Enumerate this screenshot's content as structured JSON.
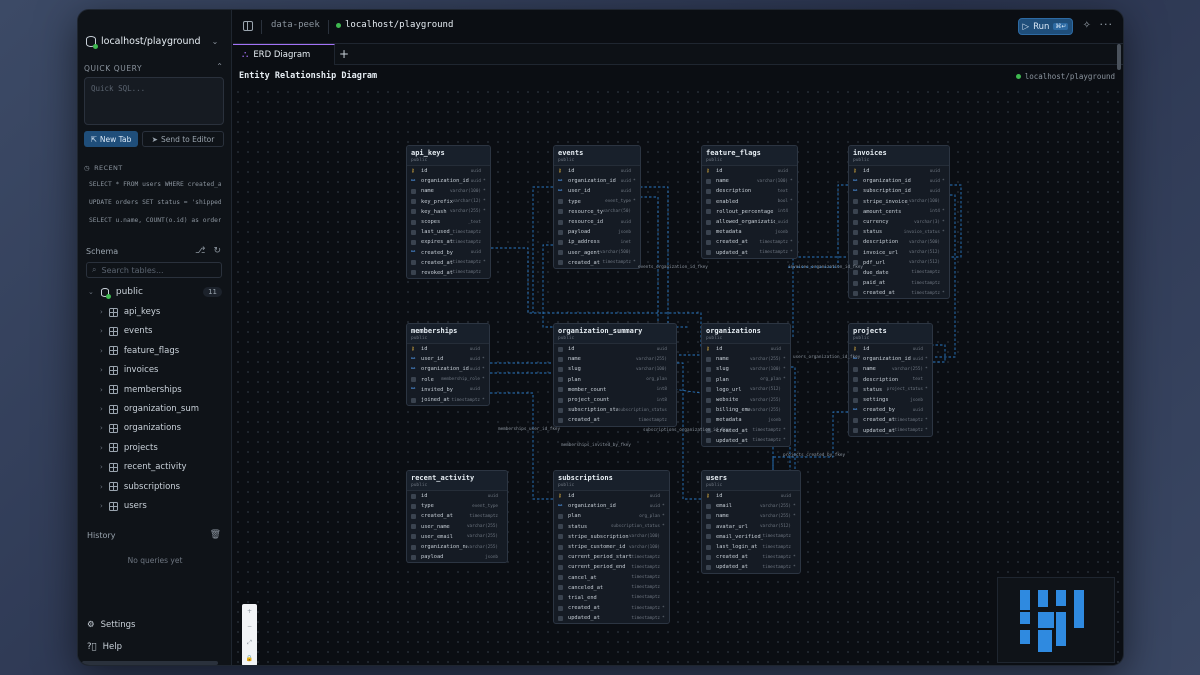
{
  "sidebar": {
    "connection": "localhost/playground",
    "quick_query_label": "QUICK QUERY",
    "quick_query_placeholder": "Quick SQL...",
    "new_tab_label": "New Tab",
    "send_label": "Send to Editor",
    "recent_label": "RECENT",
    "recent": [
      "SELECT * FROM users WHERE created_a...",
      "UPDATE orders SET status = 'shipped...",
      "SELECT u.name, COUNT(o.id) as order..."
    ],
    "schema_label": "Schema",
    "search_placeholder": "Search tables...",
    "schema_name": "public",
    "table_count": "11",
    "tables": [
      "api_keys",
      "events",
      "feature_flags",
      "invoices",
      "memberships",
      "organization_sum",
      "organizations",
      "projects",
      "recent_activity",
      "subscriptions",
      "users"
    ],
    "history_label": "History",
    "history_empty": "No queries yet",
    "settings_label": "Settings",
    "help_label": "Help"
  },
  "topbar": {
    "app_name": "data-peek",
    "connection": "localhost/playground",
    "run_label": "Run",
    "run_kbd": "⌘↵"
  },
  "tabs": {
    "active": "ERD Diagram",
    "add": "+"
  },
  "canvas": {
    "title": "Entity Relationship Diagram",
    "connection": "localhost/playground"
  },
  "erd": {
    "tables": [
      {
        "id": "api_keys",
        "name": "api_keys",
        "schema": "public",
        "cols": [
          [
            "pk",
            "id",
            "uuid",
            ""
          ],
          [
            "fk",
            "organization_id",
            "uuid",
            "*"
          ],
          [
            "",
            "name",
            "varchar(100)",
            "*"
          ],
          [
            "",
            "key_prefix",
            "varchar(12)",
            "*"
          ],
          [
            "",
            "key_hash",
            "varchar(255)",
            "*"
          ],
          [
            "",
            "scopes",
            "_text",
            ""
          ],
          [
            "",
            "last_used_at",
            "timestamptz",
            ""
          ],
          [
            "",
            "expires_at",
            "timestamptz",
            ""
          ],
          [
            "fk",
            "created_by",
            "uuid",
            ""
          ],
          [
            "",
            "created_at",
            "timestamptz",
            "*"
          ],
          [
            "",
            "revoked_at",
            "timestamptz",
            ""
          ]
        ]
      },
      {
        "id": "events",
        "name": "events",
        "schema": "public",
        "cols": [
          [
            "pk",
            "id",
            "uuid",
            ""
          ],
          [
            "fk",
            "organization_id",
            "uuid",
            "*"
          ],
          [
            "fk",
            "user_id",
            "uuid",
            ""
          ],
          [
            "",
            "type",
            "event_type",
            "*"
          ],
          [
            "",
            "resource_type",
            "varchar(50)",
            ""
          ],
          [
            "",
            "resource_id",
            "uuid",
            ""
          ],
          [
            "",
            "payload",
            "jsonb",
            ""
          ],
          [
            "",
            "ip_address",
            "inet",
            ""
          ],
          [
            "",
            "user_agent",
            "varchar(500)",
            ""
          ],
          [
            "",
            "created_at",
            "timestamptz",
            "*"
          ]
        ]
      },
      {
        "id": "feature_flags",
        "name": "feature_flags",
        "schema": "public",
        "cols": [
          [
            "pk",
            "id",
            "uuid",
            ""
          ],
          [
            "",
            "name",
            "varchar(100)",
            "*"
          ],
          [
            "",
            "description",
            "text",
            ""
          ],
          [
            "",
            "enabled",
            "bool",
            "*"
          ],
          [
            "",
            "rollout_percentage",
            "int4",
            ""
          ],
          [
            "",
            "allowed_organizations",
            "_uuid",
            ""
          ],
          [
            "",
            "metadata",
            "jsonb",
            ""
          ],
          [
            "",
            "created_at",
            "timestamptz",
            "*"
          ],
          [
            "",
            "updated_at",
            "timestamptz",
            "*"
          ]
        ]
      },
      {
        "id": "invoices",
        "name": "invoices",
        "schema": "public",
        "cols": [
          [
            "pk",
            "id",
            "uuid",
            ""
          ],
          [
            "fk",
            "organization_id",
            "uuid",
            "*"
          ],
          [
            "fk",
            "subscription_id",
            "uuid",
            ""
          ],
          [
            "",
            "stripe_invoice_id",
            "varchar(100)",
            ""
          ],
          [
            "",
            "amount_cents",
            "int4",
            "*"
          ],
          [
            "",
            "currency",
            "varchar(3)",
            "*"
          ],
          [
            "",
            "status",
            "invoice_status",
            "*"
          ],
          [
            "",
            "description",
            "varchar(500)",
            ""
          ],
          [
            "",
            "invoice_url",
            "varchar(512)",
            ""
          ],
          [
            "",
            "pdf_url",
            "varchar(512)",
            ""
          ],
          [
            "",
            "due_date",
            "timestamptz",
            ""
          ],
          [
            "",
            "paid_at",
            "timestamptz",
            ""
          ],
          [
            "",
            "created_at",
            "timestamptz",
            "*"
          ]
        ]
      },
      {
        "id": "memberships",
        "name": "memberships",
        "schema": "public",
        "cols": [
          [
            "pk",
            "id",
            "uuid",
            ""
          ],
          [
            "fk",
            "user_id",
            "uuid",
            "*"
          ],
          [
            "fk",
            "organization_id",
            "uuid",
            "*"
          ],
          [
            "",
            "role",
            "membership_role",
            "*"
          ],
          [
            "fk",
            "invited_by",
            "uuid",
            ""
          ],
          [
            "",
            "joined_at",
            "timestamptz",
            "*"
          ]
        ]
      },
      {
        "id": "organization_summary",
        "name": "organization_summary",
        "schema": "public",
        "cols": [
          [
            "",
            "id",
            "uuid",
            ""
          ],
          [
            "",
            "name",
            "varchar(255)",
            ""
          ],
          [
            "",
            "slug",
            "varchar(100)",
            ""
          ],
          [
            "",
            "plan",
            "org_plan",
            ""
          ],
          [
            "",
            "member_count",
            "int8",
            ""
          ],
          [
            "",
            "project_count",
            "int8",
            ""
          ],
          [
            "",
            "subscription_status",
            "subscription_status",
            ""
          ],
          [
            "",
            "created_at",
            "timestamptz",
            ""
          ]
        ]
      },
      {
        "id": "organizations",
        "name": "organizations",
        "schema": "public",
        "cols": [
          [
            "pk",
            "id",
            "uuid",
            ""
          ],
          [
            "",
            "name",
            "varchar(255)",
            "*"
          ],
          [
            "",
            "slug",
            "varchar(100)",
            "*"
          ],
          [
            "",
            "plan",
            "org_plan",
            "*"
          ],
          [
            "",
            "logo_url",
            "varchar(512)",
            ""
          ],
          [
            "",
            "website",
            "varchar(255)",
            ""
          ],
          [
            "",
            "billing_email",
            "varchar(255)",
            ""
          ],
          [
            "",
            "metadata",
            "jsonb",
            ""
          ],
          [
            "",
            "created_at",
            "timestamptz",
            "*"
          ],
          [
            "",
            "updated_at",
            "timestamptz",
            "*"
          ]
        ]
      },
      {
        "id": "projects",
        "name": "projects",
        "schema": "public",
        "cols": [
          [
            "pk",
            "id",
            "uuid",
            ""
          ],
          [
            "fk",
            "organization_id",
            "uuid",
            "*"
          ],
          [
            "",
            "name",
            "varchar(255)",
            "*"
          ],
          [
            "",
            "description",
            "text",
            ""
          ],
          [
            "",
            "status",
            "project_status",
            "*"
          ],
          [
            "",
            "settings",
            "jsonb",
            ""
          ],
          [
            "fk",
            "created_by",
            "uuid",
            ""
          ],
          [
            "",
            "created_at",
            "timestamptz",
            "*"
          ],
          [
            "",
            "updated_at",
            "timestamptz",
            "*"
          ]
        ]
      },
      {
        "id": "recent_activity",
        "name": "recent_activity",
        "schema": "public",
        "cols": [
          [
            "",
            "id",
            "uuid",
            ""
          ],
          [
            "",
            "type",
            "event_type",
            ""
          ],
          [
            "",
            "created_at",
            "timestamptz",
            ""
          ],
          [
            "",
            "user_name",
            "varchar(255)",
            ""
          ],
          [
            "",
            "user_email",
            "varchar(255)",
            ""
          ],
          [
            "",
            "organization_name",
            "varchar(255)",
            ""
          ],
          [
            "",
            "payload",
            "jsonb",
            ""
          ]
        ]
      },
      {
        "id": "subscriptions",
        "name": "subscriptions",
        "schema": "public",
        "cols": [
          [
            "pk",
            "id",
            "uuid",
            ""
          ],
          [
            "fk",
            "organization_id",
            "uuid",
            "*"
          ],
          [
            "",
            "plan",
            "org_plan",
            "*"
          ],
          [
            "",
            "status",
            "subscription_status",
            "*"
          ],
          [
            "",
            "stripe_subscription_id",
            "varchar(100)",
            ""
          ],
          [
            "",
            "stripe_customer_id",
            "varchar(100)",
            ""
          ],
          [
            "",
            "current_period_start",
            "timestamptz",
            ""
          ],
          [
            "",
            "current_period_end",
            "timestamptz",
            ""
          ],
          [
            "",
            "cancel_at",
            "timestamptz",
            ""
          ],
          [
            "",
            "canceled_at",
            "timestamptz",
            ""
          ],
          [
            "",
            "trial_end",
            "timestamptz",
            ""
          ],
          [
            "",
            "created_at",
            "timestamptz",
            "*"
          ],
          [
            "",
            "updated_at",
            "timestamptz",
            "*"
          ]
        ]
      },
      {
        "id": "users",
        "name": "users",
        "schema": "public",
        "cols": [
          [
            "pk",
            "id",
            "uuid",
            ""
          ],
          [
            "",
            "email",
            "varchar(255)",
            "*"
          ],
          [
            "",
            "name",
            "varchar(255)",
            "*"
          ],
          [
            "",
            "avatar_url",
            "varchar(512)",
            ""
          ],
          [
            "",
            "email_verified_at",
            "timestamptz",
            ""
          ],
          [
            "",
            "last_login_at",
            "timestamptz",
            ""
          ],
          [
            "",
            "created_at",
            "timestamptz",
            "*"
          ],
          [
            "",
            "updated_at",
            "timestamptz",
            "*"
          ]
        ]
      }
    ],
    "edge_labels": [
      "events_organization_id_fkey",
      "invoices_organization_id_fkey",
      "memberships_user_id_fkey",
      "memberships_invited_by_fkey",
      "subscriptions_organization_id_fkey",
      "users_organization_id_fkey",
      "projects_created_by_fkey"
    ],
    "zoom_controls": [
      "+",
      "−",
      "⤢",
      "🔒"
    ]
  },
  "colors": {
    "accent": "#2f8ae0",
    "pk": "#e3b341",
    "fk": "#58a6ff",
    "erd_tab": "#a371f7"
  }
}
